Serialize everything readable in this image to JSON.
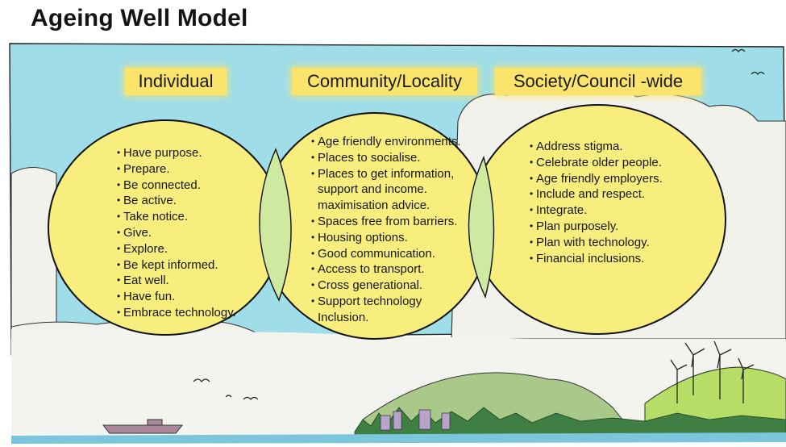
{
  "title": "Ageing Well Model",
  "headings": {
    "individual": "Individual",
    "community": "Community/Locality",
    "society": "Society/Council -wide"
  },
  "individual_items": [
    "Have purpose.",
    "Prepare.",
    "Be connected.",
    "Be active.",
    "Take notice.",
    "Give.",
    "Explore.",
    "Be kept informed.",
    "Eat well.",
    "Have fun.",
    "Embrace technology."
  ],
  "community_items": [
    "Age friendly environments.",
    "Places to socialise.",
    "Places to get information,",
    "support and income.",
    "maximisation advice.",
    "Spaces free from barriers.",
    "Housing options.",
    "Good communication.",
    "Access to transport.",
    "Cross generational.",
    "Support technology",
    "Inclusion."
  ],
  "society_items": [
    "Address stigma.",
    "Celebrate older people.",
    "Age friendly employers.",
    "Include and respect.",
    "Integrate.",
    "Plan purposely.",
    "Plan with technology.",
    "Financial inclusions."
  ],
  "colors": {
    "sky": "#9fdde8",
    "circle_fill": "#f8ee7e",
    "overlap_fill": "#cfe9a0",
    "heading_bg": "#fbe46b",
    "cloud": "#f1f1ec",
    "hill_green": "#a8d36a",
    "sea": "#7cc6dc"
  },
  "icons": [
    "bird-icon",
    "boat-icon",
    "wind-turbine-icon"
  ]
}
